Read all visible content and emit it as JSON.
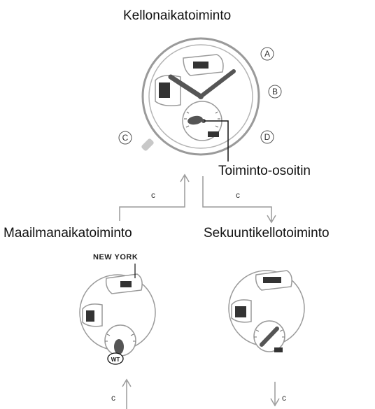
{
  "titles": {
    "time_mode": "Kellonaikatoiminto",
    "world_time_mode": "Maailmanaikatoiminto",
    "stopwatch_mode": "Sekuuntikellotoiminto",
    "mode_indicator": "Toiminto-osoitin"
  },
  "buttons": {
    "a": "A",
    "b": "B",
    "c": "C",
    "d": "D"
  },
  "arrows": {
    "top_left": "c",
    "top_right": "c",
    "bottom_left": "c",
    "bottom_right": "c"
  },
  "world_time": {
    "city": "NEW YORK",
    "indicator_label": "WT"
  },
  "colors": {
    "line": "#8a8a8a",
    "arrow": "#a0a0a0",
    "crown": "#c8c8c8",
    "text": "#111111"
  }
}
